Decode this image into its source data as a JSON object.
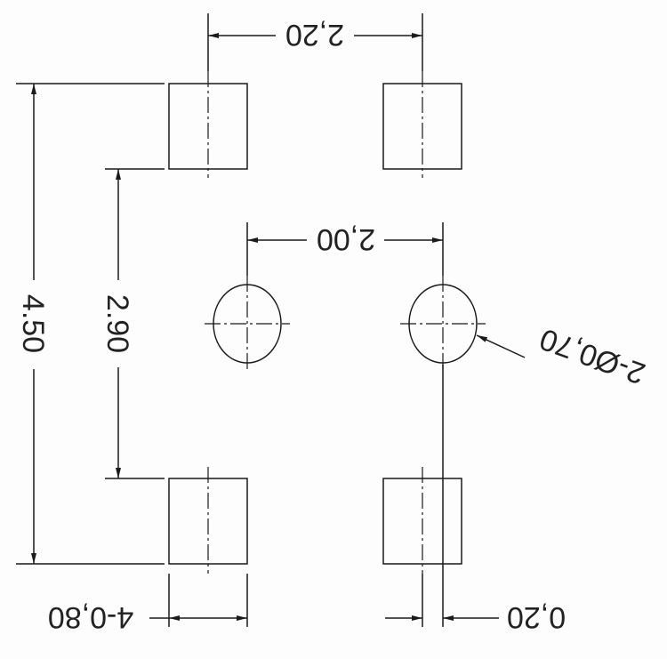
{
  "drawing": {
    "dimensions": {
      "pad_pitch_x": "2,20",
      "hole_pitch_x": "2,00",
      "overall_height": "4.50",
      "pad_gap_y": "2.90",
      "hole_diameter": "2-Ø0,70",
      "pad_width": "4-0,80",
      "pad_offset": "0,20"
    },
    "line_color": "#1a1a1a"
  }
}
